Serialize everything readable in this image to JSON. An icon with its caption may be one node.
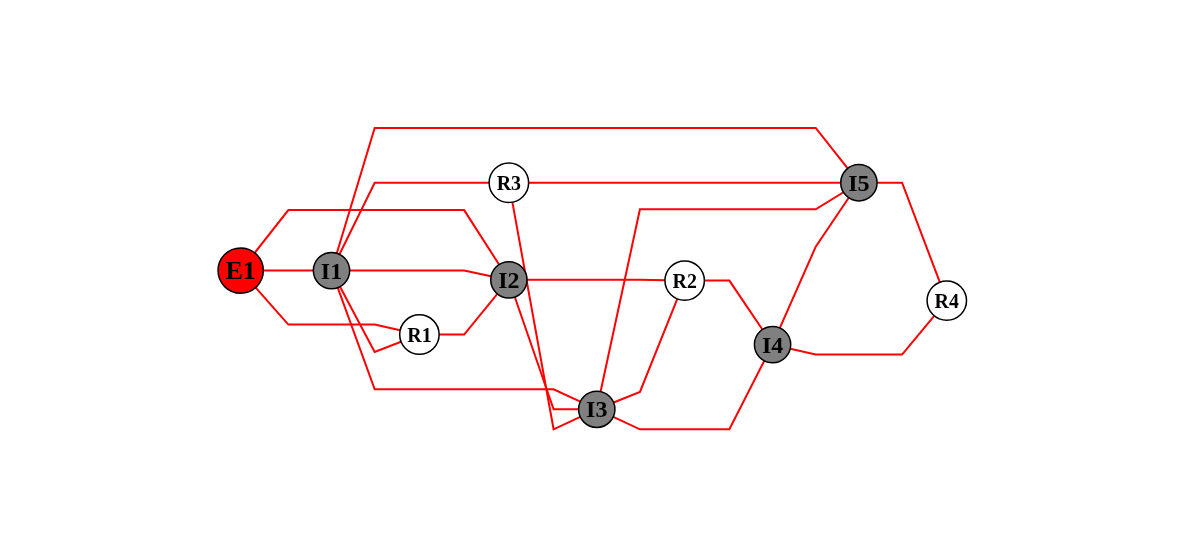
{
  "diagram": {
    "nodes": [
      {
        "text": [
          "E1"
        ]
      },
      {
        "text": [
          "I1"
        ]
      },
      {
        "text": [
          "R3"
        ]
      },
      {
        "text": [
          "I3"
        ]
      },
      {
        "text": [
          "I5"
        ]
      },
      {
        "text": [
          "R1"
        ]
      },
      {
        "text": [
          "I2"
        ]
      },
      {
        "text": [
          "R2"
        ]
      },
      {
        "text": [
          "I4"
        ]
      },
      {
        "text": [
          "R4"
        ]
      }
    ],
    "edges": [
      {
        "from": 0,
        "to": 1,
        "arrow": "none"
      },
      {
        "from": 0,
        "to": 5,
        "arrow": "none"
      },
      {
        "from": 0,
        "to": 6,
        "arrow": "none"
      },
      {
        "from": 1,
        "to": 5,
        "arrow": "none"
      },
      {
        "from": 1,
        "to": 6,
        "arrow": "none"
      },
      {
        "from": 1,
        "to": 2,
        "arrow": "none"
      },
      {
        "from": 1,
        "to": 3,
        "arrow": "none"
      },
      {
        "from": 1,
        "to": 4,
        "arrow": "none"
      },
      {
        "from": 5,
        "to": 6,
        "arrow": "none"
      },
      {
        "from": 6,
        "to": 3,
        "arrow": "none"
      },
      {
        "from": 6,
        "to": 7,
        "arrow": "none"
      },
      {
        "from": 7,
        "to": 8,
        "arrow": "none"
      },
      {
        "from": 2,
        "to": 3,
        "arrow": "none"
      },
      {
        "from": 2,
        "to": 4,
        "arrow": "none"
      },
      {
        "from": 3,
        "to": 4,
        "arrow": "none"
      },
      {
        "from": 3,
        "to": 7,
        "arrow": "none"
      },
      {
        "from": 3,
        "to": 8,
        "arrow": "none"
      },
      {
        "from": 8,
        "to": 4,
        "arrow": "none"
      },
      {
        "from": 4,
        "to": 9,
        "arrow": "none"
      },
      {
        "from": 8,
        "to": 9,
        "arrow": "none"
      }
    ]
  }
}
